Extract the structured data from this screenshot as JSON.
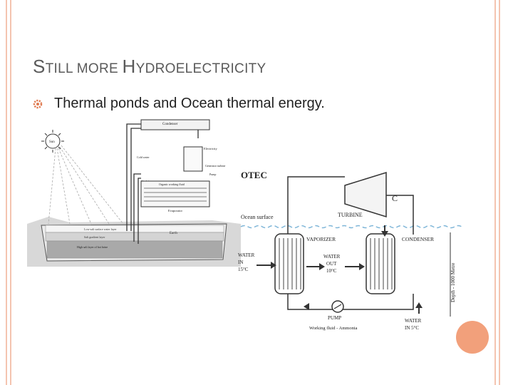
{
  "slide": {
    "title_cap1": "S",
    "title_rest1": "TILL MORE ",
    "title_cap2": "H",
    "title_rest2": "YDROELECTRICITY",
    "bullet": "Thermal ponds and Ocean thermal energy."
  },
  "pond_diagram": {
    "sun": "Sun",
    "condenser": "Condenser",
    "electricity": "Electricity",
    "cold_water": "Cold water",
    "generator_turbine": "Generator turbine",
    "pump": "Pump",
    "hot_brine": "Hot brine",
    "organic_working_fluid": "Organic working fluid",
    "evaporator": "Evaporator",
    "earth": "Earth",
    "upper_layer": "Low-salt surface water layer",
    "gradient_layer": "Salt gradient layer",
    "storage_layer": "High salt layer of hot brine"
  },
  "otec_diagram": {
    "title": "OTEC",
    "ocean_surface": "Ocean surface",
    "turbine": "TURBINE",
    "generator": "C",
    "vaporizer": "VAPORIZER",
    "condenser": "CONDENSER",
    "water_in_1": "WATER",
    "water_in_2": "IN",
    "water_in_3": "15°C",
    "water_out_1": "WATER",
    "water_out_2": "OUT",
    "water_out_3": "10°C",
    "pump": "PUMP",
    "working_fluid": "Working fluid - Ammonia",
    "cold_in_1": "WATER",
    "cold_in_2": "IN 5°C",
    "depth": "Depth - 1000 Metre"
  },
  "colors": {
    "frame": "#f4c4b0",
    "accent": "#f2a07b",
    "water": "#7fb6d8"
  }
}
